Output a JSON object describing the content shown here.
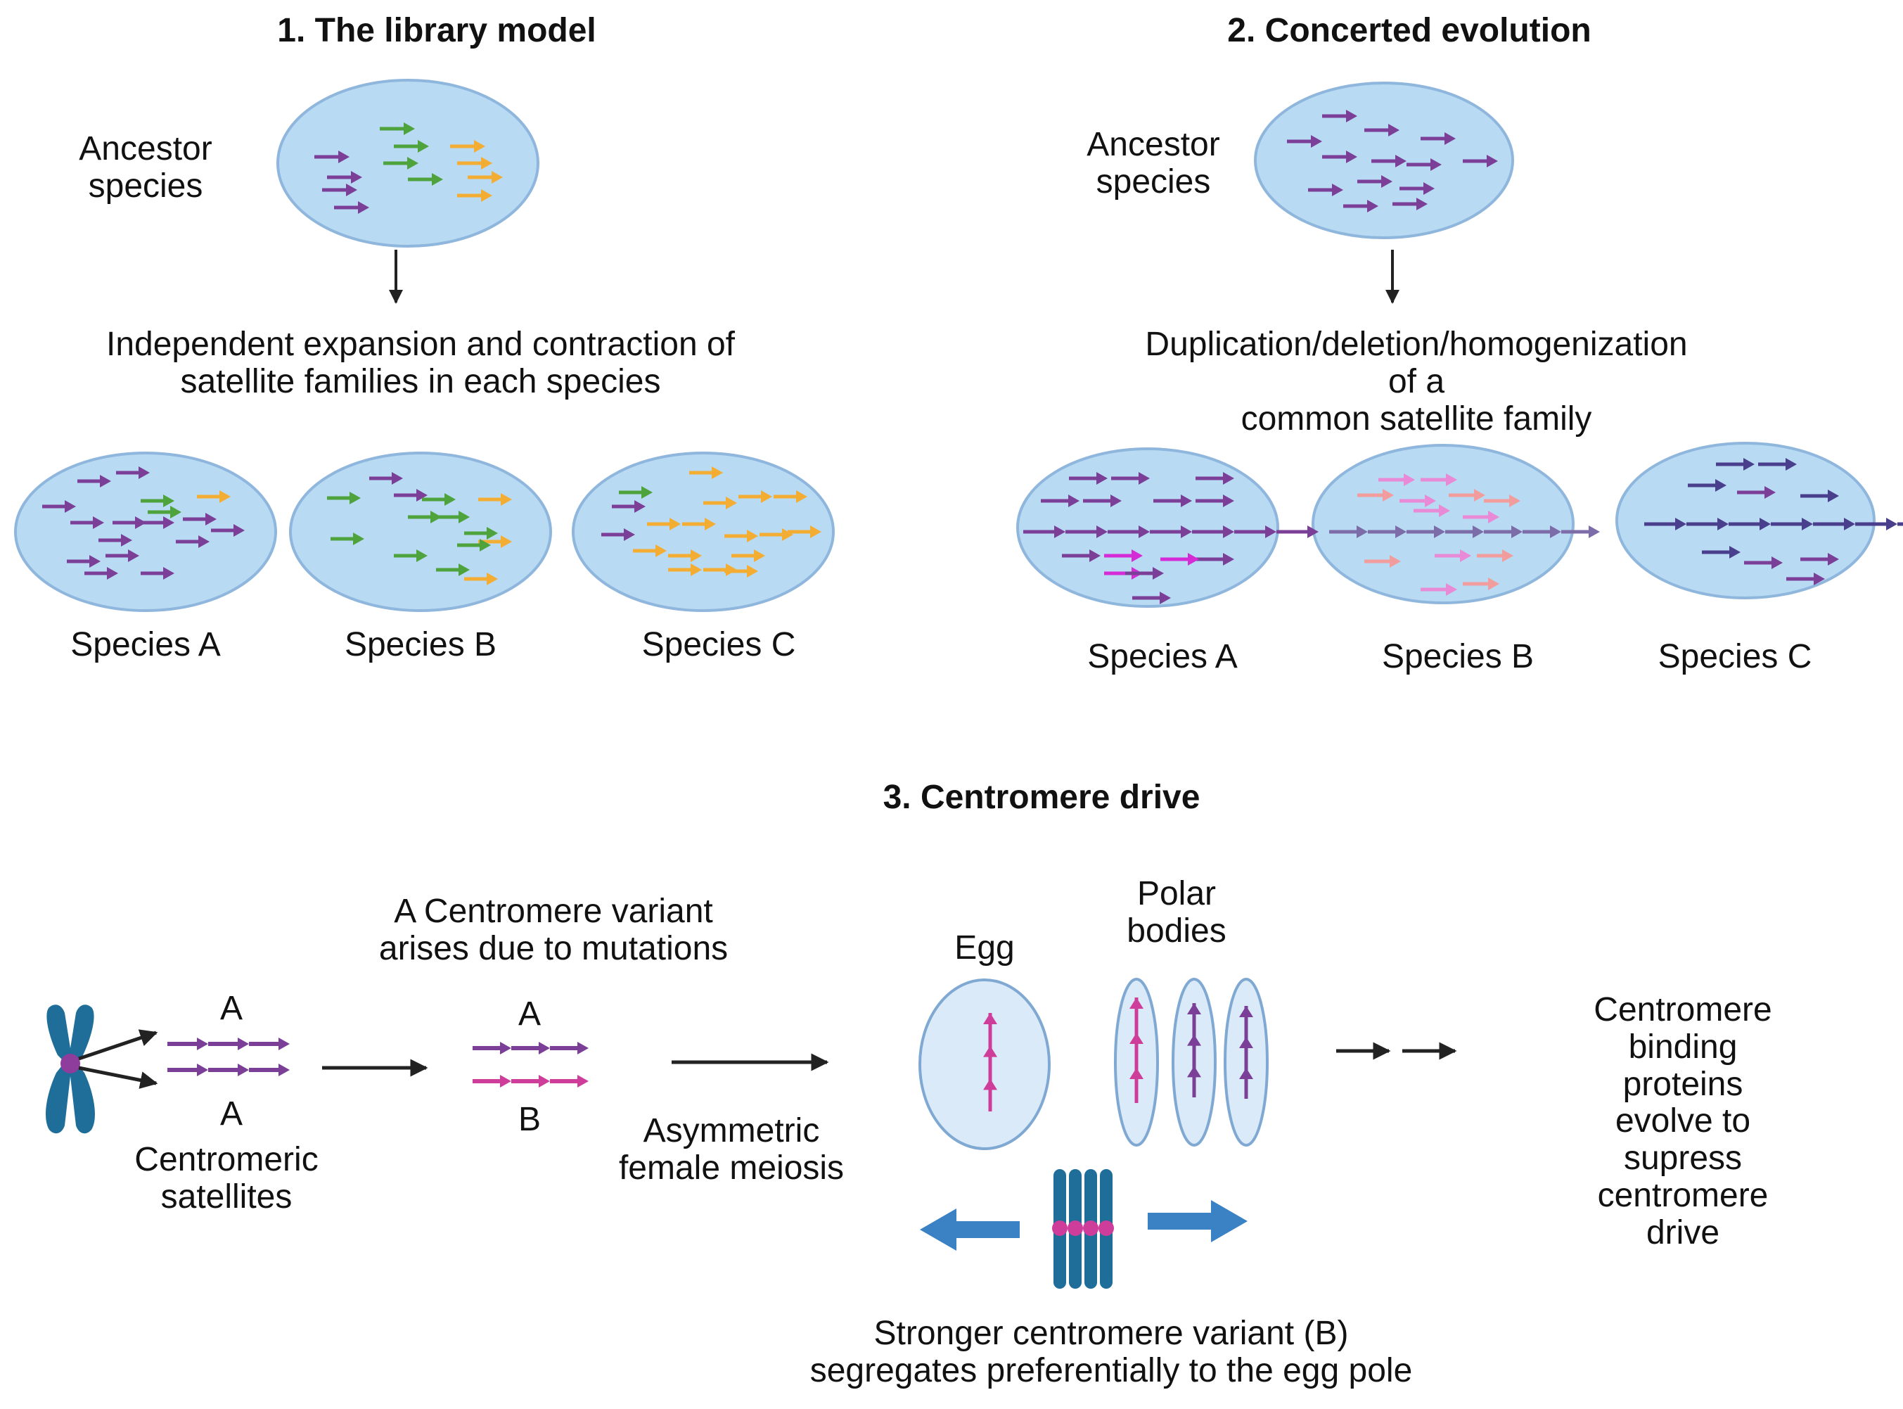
{
  "colors": {
    "purple": "#7b3f98",
    "green": "#4ea33c",
    "orange": "#f3ad33",
    "magenta": "#cf3d9a",
    "bright_magenta": "#d42bd6",
    "dark_purple": "#4a1f5c",
    "pink": "#e88ad6",
    "salmon": "#f29d9d",
    "slate": "#7c6ca8",
    "indigo": "#4a3f8c",
    "ellipse_fill": "#b9daf3",
    "ellipse_stroke": "#8fb6dc",
    "chromosome": "#1f6e99",
    "blue_arrow": "#3b82c4"
  },
  "panel1": {
    "title": "1. The library model",
    "ancestor_label": "Ancestor\nspecies",
    "process": "Independent expansion and contraction of\nsatellite families in each species",
    "species": [
      "Species A",
      "Species B",
      "Species C"
    ]
  },
  "panel2": {
    "title": "2. Concerted evolution",
    "ancestor_label": "Ancestor\nspecies",
    "process": "Duplication/deletion/homogenization of a\ncommon satellite family",
    "species": [
      "Species A",
      "Species B",
      "Species C"
    ]
  },
  "panel3": {
    "title": "3. Centromere drive",
    "variant_text": "A Centromere variant\narises due to mutations",
    "satellite_label": "Centromeric\nsatellites",
    "letter_a": "A",
    "letter_b": "B",
    "meiosis_label": "Asymmetric\nfemale meiosis",
    "egg_label": "Egg",
    "polar_label": "Polar\nbodies",
    "binding_text": "Centromere binding\nproteins evolve to\nsupress centromere drive",
    "stronger_text": "Stronger centromere variant (B)\nsegregates preferentially to the egg pole"
  }
}
